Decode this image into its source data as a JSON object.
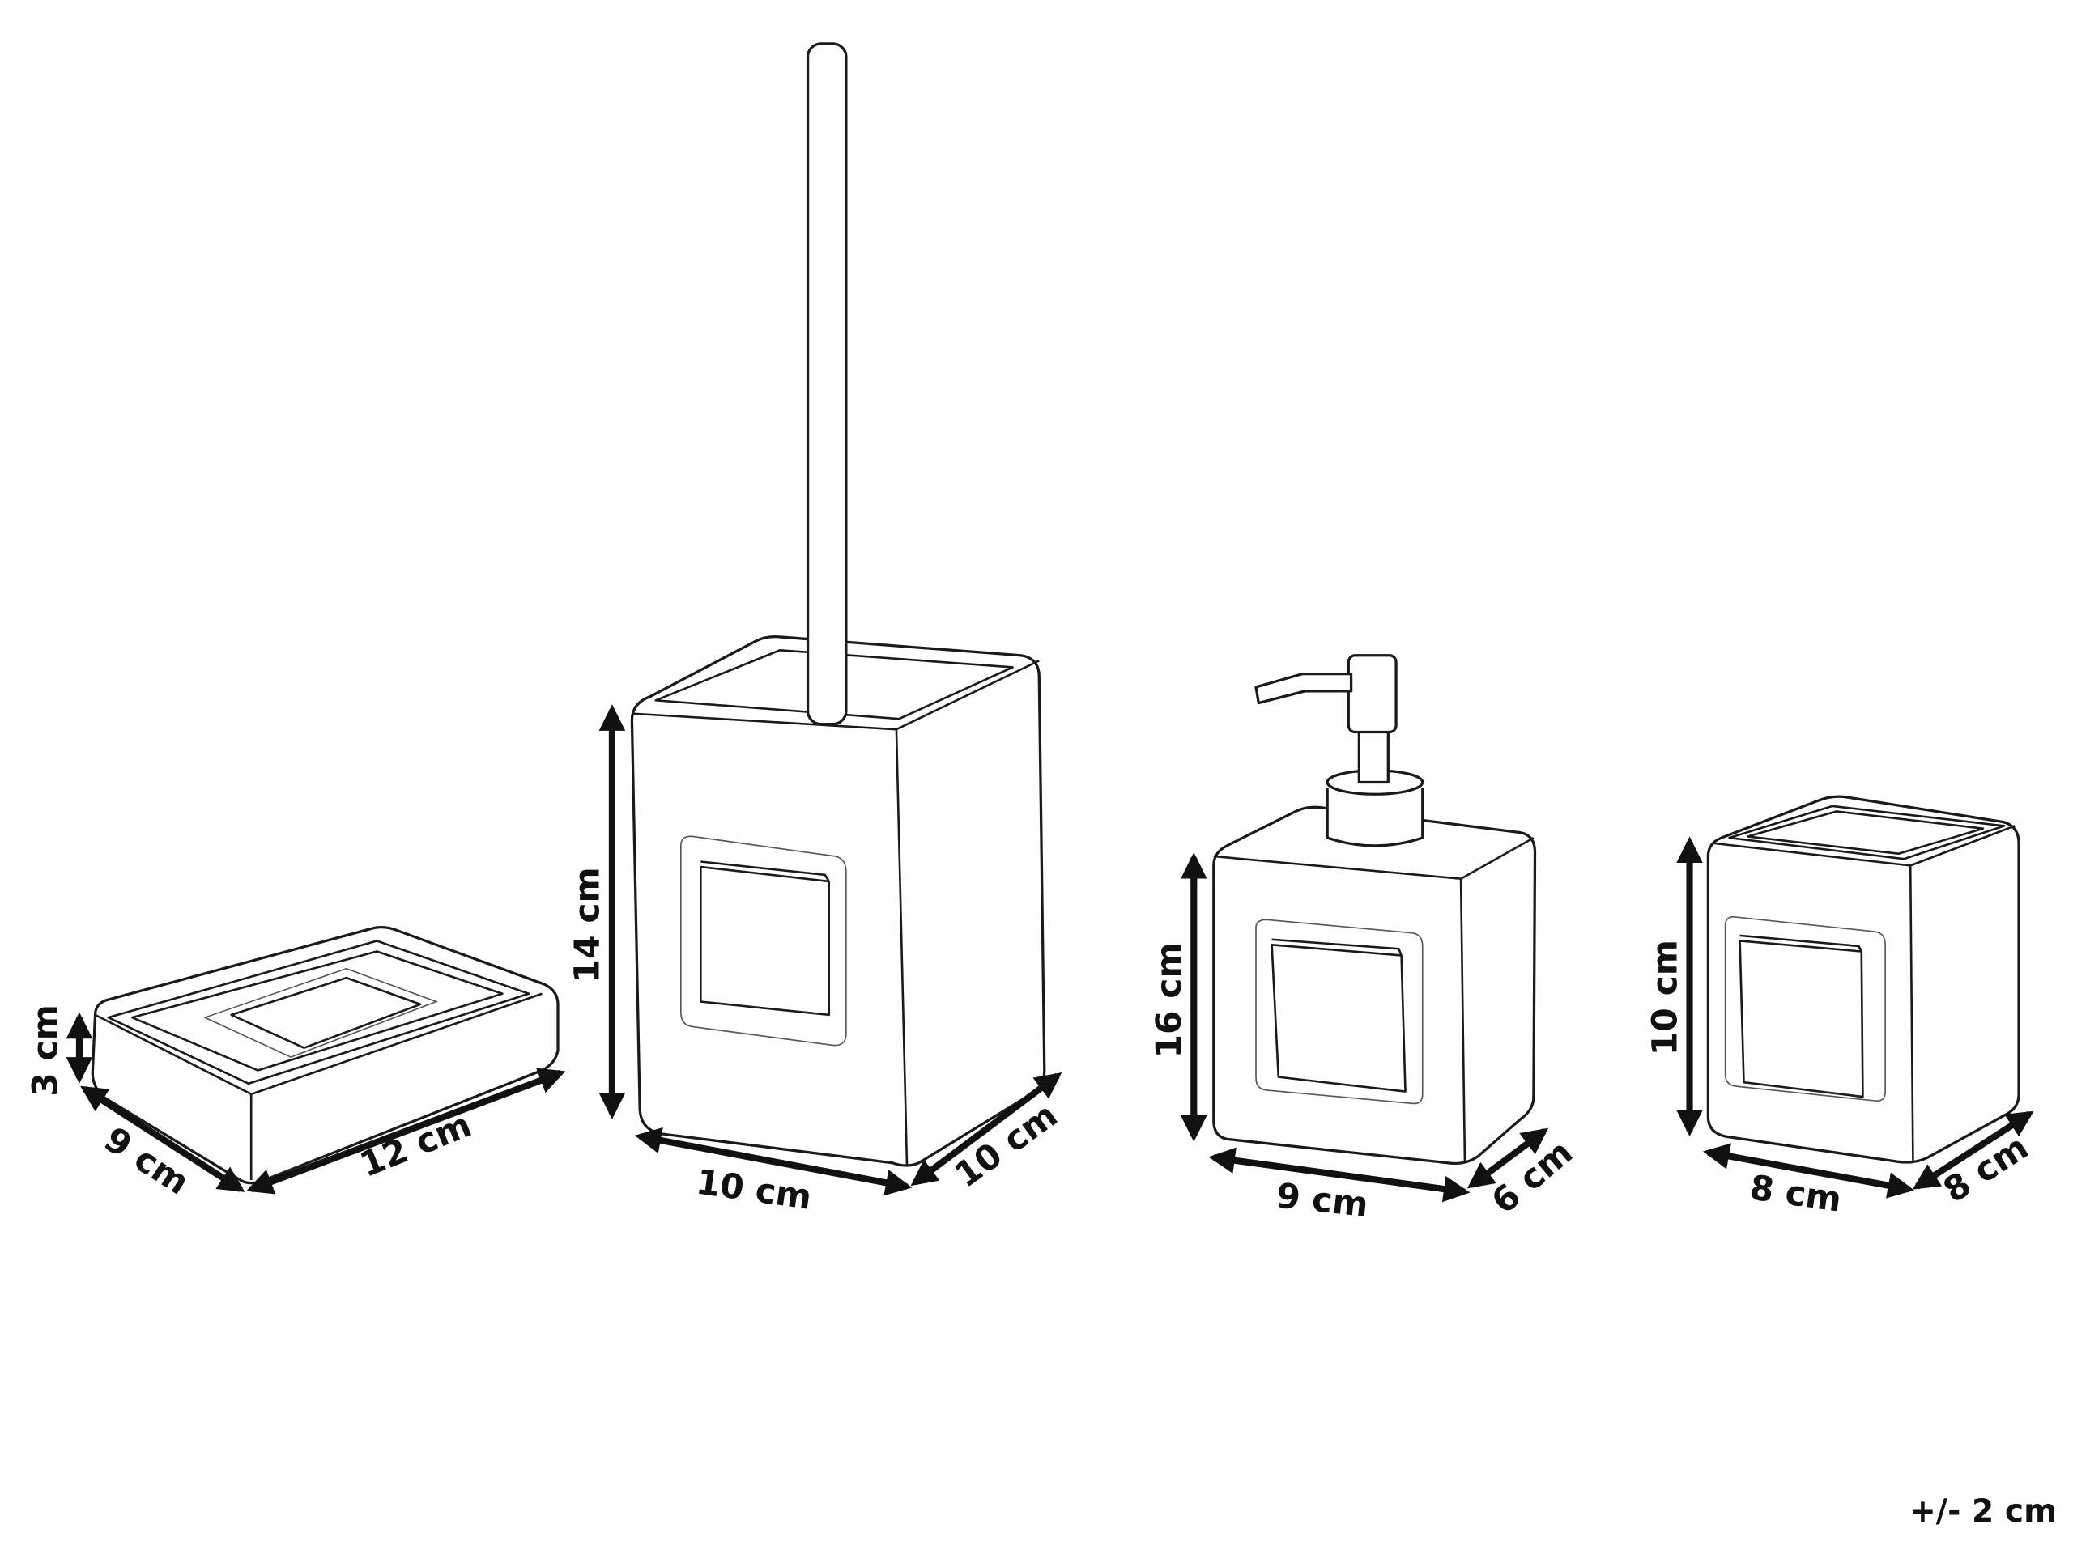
{
  "products": [
    {
      "item": "soap-dish",
      "dimensions": {
        "height": "3 cm",
        "depth": "9 cm",
        "width": "12 cm"
      }
    },
    {
      "item": "toilet-brush-holder",
      "dimensions": {
        "height": "14 cm",
        "width": "10 cm",
        "depth": "10 cm"
      }
    },
    {
      "item": "soap-dispenser",
      "dimensions": {
        "height": "16 cm",
        "width": "9 cm",
        "depth": "6 cm"
      }
    },
    {
      "item": "tumbler",
      "dimensions": {
        "height": "10 cm",
        "width": "8 cm",
        "depth": "8 cm"
      }
    }
  ],
  "tolerance": "+/- 2 cm",
  "colors": {
    "line": "#1a1a1a",
    "background": "#ffffff"
  }
}
